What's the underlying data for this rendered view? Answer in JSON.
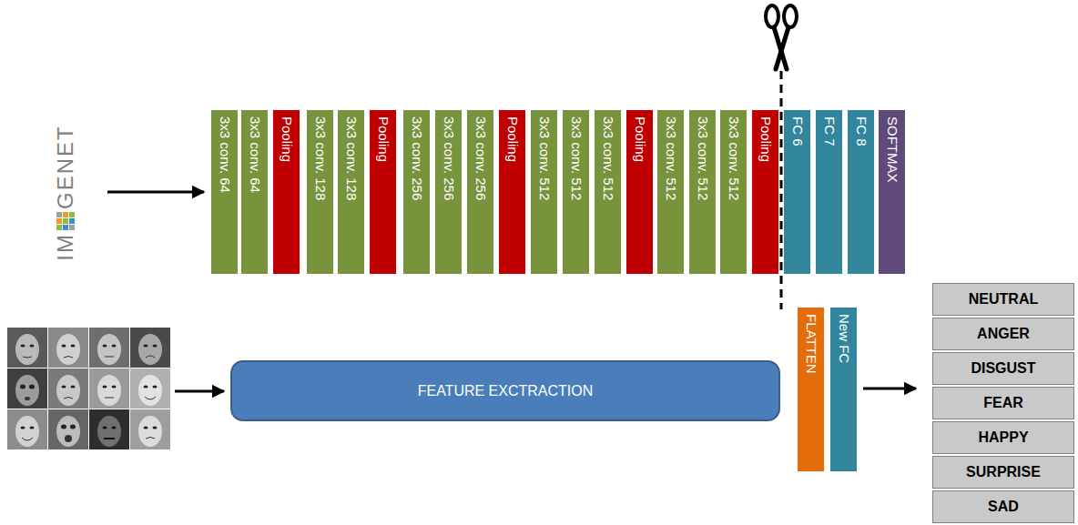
{
  "diagram": {
    "nodes": [
      {
        "text": [
          "3x3 conv. 64"
        ]
      },
      {
        "text": [
          "3x3 conv. 64"
        ]
      },
      {
        "text": [
          "Pooling"
        ]
      },
      {
        "text": [
          "3x3 conv. 128"
        ]
      },
      {
        "text": [
          "3x3 conv. 128"
        ]
      },
      {
        "text": [
          "Pooling"
        ]
      },
      {
        "text": [
          "3x3 conv. 256"
        ]
      },
      {
        "text": [
          "3x3 conv. 256"
        ]
      },
      {
        "text": [
          "3x3 conv. 256"
        ]
      },
      {
        "text": [
          "Pooling"
        ]
      },
      {
        "text": [
          "3x3 conv. 512"
        ]
      },
      {
        "text": [
          "3x3 conv. 512"
        ]
      },
      {
        "text": [
          "3x3 conv. 512"
        ]
      },
      {
        "text": [
          "Pooling"
        ]
      },
      {
        "text": [
          "3x3 conv. 512"
        ]
      },
      {
        "text": [
          "3x3 conv. 512"
        ]
      },
      {
        "text": [
          "3x3 conv. 512"
        ]
      },
      {
        "text": [
          "Pooling"
        ]
      },
      {
        "text": [
          "FC 6"
        ]
      },
      {
        "text": [
          "FC 7"
        ]
      },
      {
        "text": [
          "FC 8"
        ]
      },
      {
        "text": [
          "SOFTMAX"
        ]
      },
      {
        "text": [
          "FEATURE EXCTRACTION"
        ]
      },
      {
        "text": [
          "FLATTEN"
        ]
      },
      {
        "text": [
          "New FC"
        ]
      },
      {
        "text": [
          "NEUTRAL"
        ]
      },
      {
        "text": [
          "ANGER"
        ]
      },
      {
        "text": [
          "DISGUST"
        ]
      },
      {
        "text": [
          "FEAR"
        ]
      },
      {
        "text": [
          "HAPPY"
        ]
      },
      {
        "text": [
          "SURPRISE"
        ]
      },
      {
        "text": [
          "SAD"
        ]
      }
    ],
    "labels": [
      "IM",
      "GENET"
    ]
  }
}
